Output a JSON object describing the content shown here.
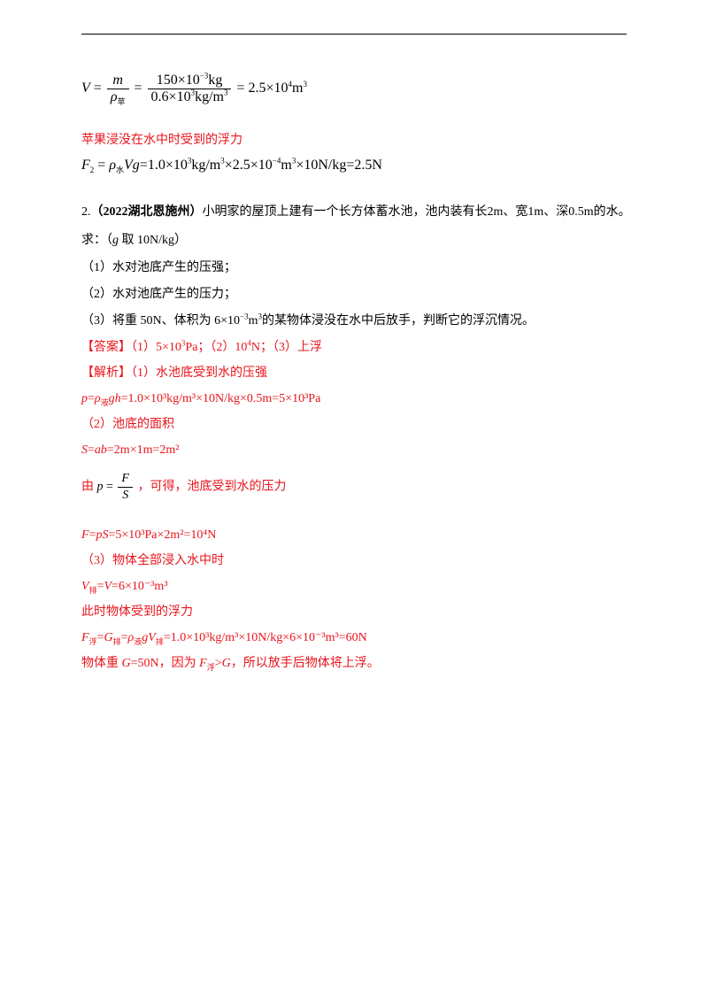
{
  "volume_formula": {
    "lhs": "V",
    "num1": "m",
    "den1": "ρ",
    "den1_sub": "苹",
    "num2": "150×10",
    "num2_exp": "−3",
    "num2_unit": "kg",
    "den2": "0.6×10",
    "den2_exp": "3",
    "den2_unit": "kg/m",
    "den2_unit_exp": "3",
    "result": "2.5×10",
    "result_exp": "4",
    "result_unit": "m",
    "result_unit_exp": "3"
  },
  "apple_buoyancy_label": "苹果浸没在水中时受到的浮力",
  "buoyancy_formula": {
    "lhs": "F",
    "lhs_sub": "2",
    "rho_sub": "水",
    "part1": "1.0×10",
    "exp1": "3",
    "unit1": "kg/m",
    "unit1_exp": "3",
    "part2": "×2.5×10",
    "exp2": "−4",
    "unit2": "m",
    "unit2_exp": "3",
    "part3": "×10N/kg=2.5N"
  },
  "question": {
    "number": "2.",
    "source": "（2022湖北恩施州）",
    "stem": "小明家的屋顶上建有一个长方体蓄水池，池内装有长2m、宽1m、深0.5m的水。",
    "ask_prefix": "求：（",
    "ask_g": "g",
    "ask_suffix": " 取 10N/kg）",
    "q1": "（1）水对池底产生的压强；",
    "q2": "（2）水对池底产生的压力；",
    "q3_prefix": "（3）将重 50N、体积为 6×10",
    "q3_exp": "−3",
    "q3_mid": "m",
    "q3_mid_exp": "3",
    "q3_suffix": "的某物体浸没在水中后放手，判断它的浮沉情况。"
  },
  "answer": {
    "label": "【答案】",
    "a1": "（1）5×10",
    "a1_exp": "3",
    "a1_unit": "Pa；（2）10",
    "a2_exp": "4",
    "a2_unit": "N；（3）上浮"
  },
  "analysis": {
    "label": "【解析】",
    "s1_title": "（1）水池底受到水的压强",
    "s1_formula": "=1.0×10³kg/m³×10N/kg×0.5m=5×10³Pa",
    "s2_title": "（2）池底的面积",
    "s2_formula": "=2m×1m=2m²",
    "s2_deduce_prefix": "由",
    "s2_deduce_suffix": "，可得，池底受到水的压力",
    "s2_result": "=5×10³Pa×2m²=10⁴N",
    "s3_title": "（3）物体全部浸入水中时",
    "s3_vol": "=6×10⁻³m³",
    "s3_buoy_title": "此时物体受到的浮力",
    "s3_buoy": "=1.0×10³kg/m³×10N/kg×6×10⁻³m³=60N",
    "s3_conclusion_a": "物体重 ",
    "s3_conclusion_b": "=50N，因为 ",
    "s3_conclusion_c": "，所以放手后物体将上浮。"
  }
}
